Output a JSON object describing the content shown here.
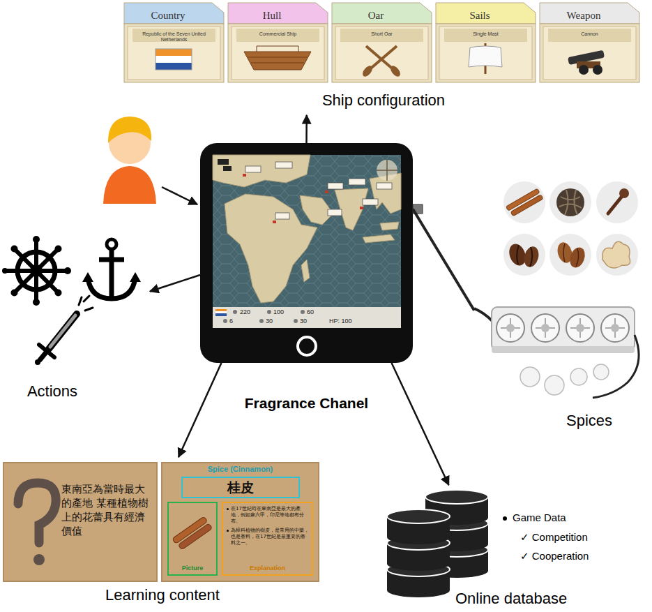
{
  "diagram": {
    "nodes": [
      {
        "text": [
          "Ship configuration"
        ]
      },
      {
        "text": [
          "Country",
          "Republic of the Seven United Netherlands"
        ],
        "in": 0
      },
      {
        "text": [
          "Hull",
          "Commercial Ship"
        ],
        "in": 0
      },
      {
        "text": [
          "Oar",
          "Short Oar"
        ],
        "in": 0
      },
      {
        "text": [
          "Sails",
          "Single Mast"
        ],
        "in": 0
      },
      {
        "text": [
          "Weapon",
          "Cannon"
        ],
        "in": 0
      },
      {
        "text": [
          "Fragrance Chanel"
        ]
      },
      {
        "text": [
          "Actions"
        ]
      },
      {
        "text": [
          "Spices"
        ]
      },
      {
        "text": [
          "Learning content"
        ]
      },
      {
        "text": [
          "東南亞為當時最大的產地 某種植物樹上的花蕾具有經濟價值"
        ],
        "in": 9
      },
      {
        "text": [
          "Spice (Cinnamon)"
        ],
        "in": 9
      },
      {
        "text": [
          "桂皮"
        ],
        "in": 11
      },
      {
        "text": [
          "Picture"
        ],
        "in": 11
      },
      {
        "text": [
          "在17世紀時在東南亞是最大的產地，例如麻六甲，印尼等地都有分布。",
          "為樟科植物的樹皮，是常用的中藥，也是香料，在17世紀是最重要的香料之一。",
          "Explanation"
        ],
        "in": 11
      },
      {
        "text": [
          "Game Data",
          "✓ Competition",
          "✓ Cooperation",
          "Online database"
        ]
      }
    ],
    "edges": [
      {
        "from": 6,
        "to": 0,
        "arrow": "to"
      },
      {
        "from": 6,
        "to": 7,
        "arrow": "to"
      },
      {
        "from": 6,
        "to": 8,
        "arrow": "none"
      },
      {
        "from": 6,
        "to": 9,
        "arrow": "to"
      },
      {
        "from": 6,
        "to": 15,
        "arrow": "to"
      }
    ],
    "labels": [
      "220",
      "100",
      "60",
      "6",
      "30",
      "30",
      "HP: 100"
    ]
  }
}
